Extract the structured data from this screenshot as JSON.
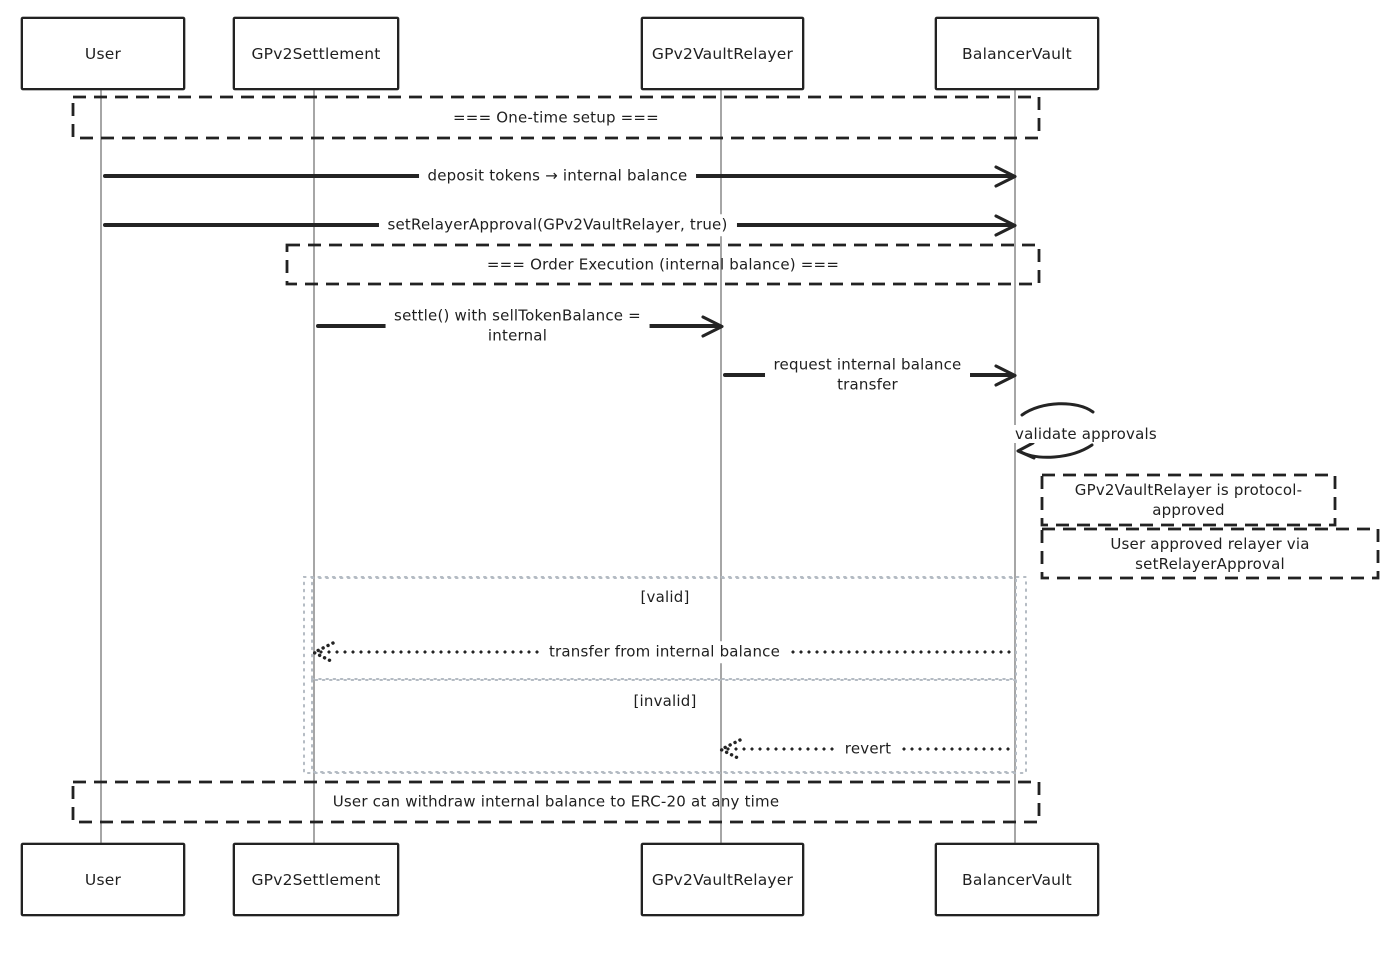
{
  "diagram_type": "sequence-diagram-hand-drawn",
  "colors": {
    "ink": "#242424",
    "lifeline": "#a6a6a6",
    "alt_frame": "#b4bbc3",
    "background": "#ffffff"
  },
  "actors": [
    {
      "label": "User"
    },
    {
      "label": "GPv2Settlement"
    },
    {
      "label": "GPv2VaultRelayer"
    },
    {
      "label": "BalancerVault"
    }
  ],
  "dividers": {
    "setup": "=== One-time setup ===",
    "order_execution": "=== Order Execution (internal balance) ===",
    "withdraw": "User can withdraw internal balance to ERC-20 at any time"
  },
  "messages": {
    "deposit": {
      "label": "deposit tokens → internal balance",
      "from": "User",
      "to": "BalancerVault",
      "style": "solid"
    },
    "set_relayer_approval": {
      "label": "setRelayerApproval(GPv2VaultRelayer, true)",
      "from": "User",
      "to": "BalancerVault",
      "style": "solid"
    },
    "settle": {
      "line1": "settle() with sellTokenBalance =",
      "line2": "internal",
      "from": "GPv2Settlement",
      "to": "GPv2VaultRelayer",
      "style": "solid"
    },
    "request_transfer": {
      "line1": "request internal balance",
      "line2": "transfer",
      "from": "GPv2VaultRelayer",
      "to": "BalancerVault",
      "style": "solid"
    },
    "validate": {
      "label": "validate approvals",
      "from": "BalancerVault",
      "to": "BalancerVault",
      "style": "self-loop"
    },
    "transfer": {
      "label": "transfer from internal balance",
      "from": "BalancerVault",
      "to": "GPv2Settlement",
      "style": "dotted"
    },
    "revert": {
      "label": "revert",
      "from": "BalancerVault",
      "to": "GPv2VaultRelayer",
      "style": "dotted"
    }
  },
  "notes": {
    "protocol_approved": {
      "line1": "GPv2VaultRelayer is protocol-",
      "line2": "approved"
    },
    "user_approved": {
      "line1": "User approved relayer via",
      "line2": "setRelayerApproval"
    }
  },
  "alt": {
    "valid_label": "[valid]",
    "invalid_label": "[invalid]"
  }
}
